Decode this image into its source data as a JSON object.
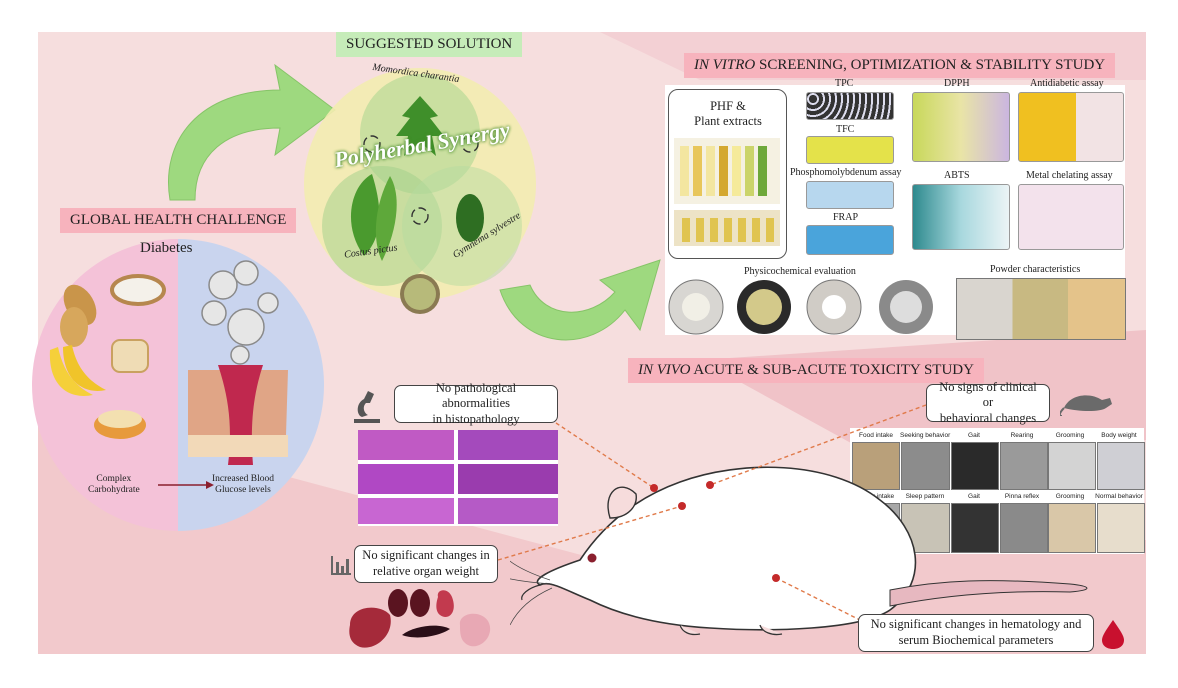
{
  "sections": {
    "solution": "SUGGESTED SOLUTION",
    "invitro": {
      "italic": "IN VITRO",
      "rest": "SCREENING, OPTIMIZATION & STABILITY STUDY"
    },
    "global": "GLOBAL HEALTH CHALLENGE",
    "invivo": {
      "italic": "IN VIVO",
      "rest": "ACUTE & SUB-ACUTE TOXICITY STUDY"
    }
  },
  "synergy": {
    "title": "Polyherbal Synergy",
    "plants": [
      "Momordica charantia",
      "Costus pictus",
      "Gymnema sylvestre"
    ]
  },
  "diabetes": {
    "title": "Diabetes",
    "left_label": [
      "Complex",
      "Carbohydrate"
    ],
    "right_label": [
      "Increased Blood",
      "Glucose levels"
    ]
  },
  "invitro_panel": {
    "phf_title": [
      "PHF &",
      "Plant extracts"
    ],
    "assays": {
      "tpc": "TPC",
      "tfc": "TFC",
      "phospho": "Phosphomolybdenum assay",
      "frap": "FRAP",
      "dpph": "DPPH",
      "abts": "ABTS",
      "antidiabetic": "Antidiabetic assay",
      "metal": "Metal chelating assay"
    },
    "physico": "Physicochemical evaluation",
    "powder": "Powder characteristics"
  },
  "callouts": {
    "histo": [
      "No pathological abnormalities",
      "in histopathology"
    ],
    "clinical": [
      "No signs of clinical or",
      "behavioral changes"
    ],
    "organ": [
      "No significant changes in",
      "relative organ weight"
    ],
    "hema": [
      "No significant changes in hematology and",
      "serum Biochemical parameters"
    ]
  },
  "behavior_labels": {
    "row1": [
      "Food intake",
      "Seeking behavior",
      "Gait",
      "Rearing",
      "Grooming",
      "Body weight"
    ],
    "row2": [
      "Water intake",
      "Sleep pattern",
      "Gait",
      "Pinna reflex",
      "Grooming",
      "Normal behavior"
    ]
  },
  "colors": {
    "background": "#f6dede",
    "tag_pink": "#f7b3bd",
    "tag_green": "#c6ecb9",
    "arrow_green": "#9ed97f",
    "venn_yellow": "#f3ecb0",
    "histo_purple": "#b050c8"
  },
  "icons": [
    "microscope-icon",
    "rat-silhouette-icon",
    "bar-chart-icon",
    "blood-drop-icon",
    "cycle-arrows-icon"
  ]
}
